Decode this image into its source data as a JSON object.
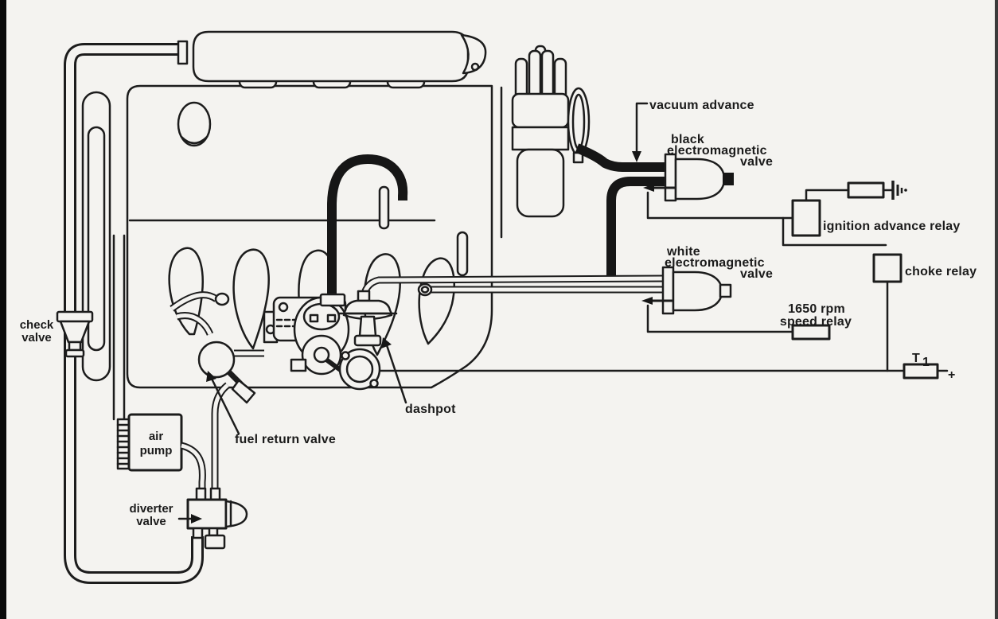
{
  "labels": {
    "vacuum_advance": "vacuum advance",
    "black_valve_line1": "black",
    "black_valve_line2": "electromagnetic",
    "black_valve_line3": "valve",
    "ignition_advance_relay": "ignition advance relay",
    "white_valve_line1": "white",
    "white_valve_line2": "electromagnetic",
    "white_valve_line3": "valve",
    "choke_relay": "choke relay",
    "speed_relay_line1": "1650 rpm",
    "speed_relay_line2": "speed relay",
    "t1_main": "T",
    "t1_sub": "1",
    "plus_sign": "+",
    "dashpot": "dashpot",
    "fuel_return_valve": "fuel return valve",
    "check_valve_line1": "check",
    "check_valve_line2": "valve",
    "air_pump_line1": "air",
    "air_pump_line2": "pump",
    "diverter_valve_line1": "diverter",
    "diverter_valve_line2": "valve"
  },
  "colors": {
    "ink": "#1c1c1c",
    "paper": "#f4f3f0",
    "frame_bar": "#0a0a0a"
  }
}
